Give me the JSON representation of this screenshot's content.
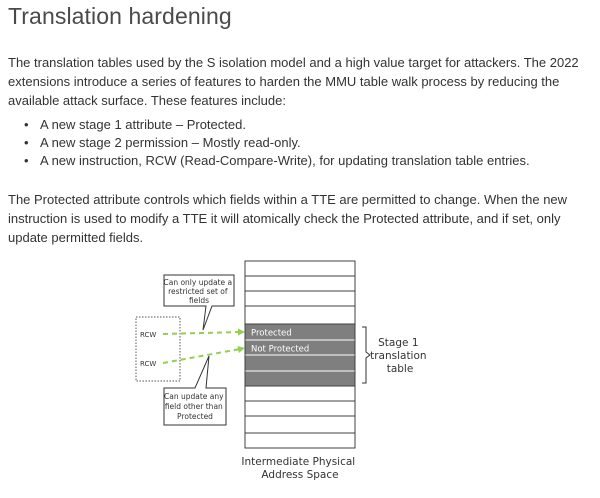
{
  "title": "Translation hardening",
  "intro": "The translation tables used by the S isolation model and a high value target for attackers. The 2022 extensions introduce a series of features to harden the MMU table walk process by reducing the available attack surface. These features include:",
  "features": [
    "A new stage 1 attribute – Protected.",
    "A new stage 2 permission – Mostly read-only.",
    "A new instruction, RCW (Read-Compare-Write), for updating translation table entries."
  ],
  "protected_paragraph": "The Protected attribute controls which fields within a TTE are permitted to change. When the new instruction is used to modify a TTE it will atomically check the Protected attribute, and if set, only update permitted fields.",
  "diagram": {
    "callout_top": [
      "Can only update a",
      "restricted set of",
      "fields"
    ],
    "callout_bottom": [
      "Can update any",
      "field other than",
      "Protected"
    ],
    "rcw_labels": [
      "RCW",
      "RCW"
    ],
    "entry_protected": "Protected",
    "entry_not_protected": "Not Protected",
    "stage_label": [
      "Stage 1",
      "translation",
      "table"
    ],
    "ipa_label": [
      "Intermediate Physical",
      "Address Space"
    ],
    "colors": {
      "entry_fill": "#7f7f7f",
      "arrow": "#92d050",
      "outline": "#404040"
    }
  }
}
